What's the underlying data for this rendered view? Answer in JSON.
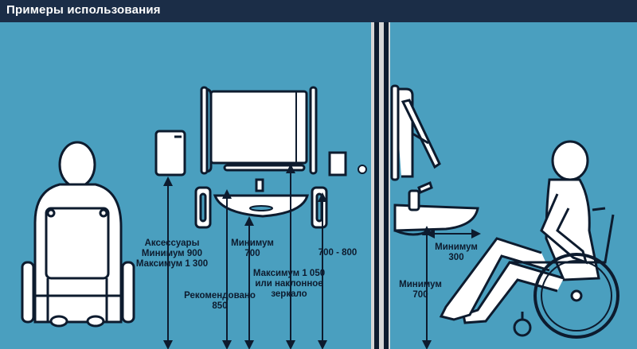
{
  "header": {
    "title": "Примеры использования"
  },
  "labels": {
    "accessories": [
      "Аксессуары",
      "Минимум 900",
      "Максимум 1 300"
    ],
    "recommended": [
      "Рекомендовано",
      "850"
    ],
    "min_700_left": [
      "Минимум",
      "700"
    ],
    "mirror": [
      "Максимум 1 050",
      "или наклонное",
      "зеркало"
    ],
    "range_700_800": "700 - 800",
    "min_300": [
      "Минимум",
      "300"
    ],
    "min_700_right": [
      "Минимум",
      "700"
    ]
  },
  "colors": {
    "background": "#4a9fbf",
    "header": "#1b2d47",
    "outline": "#0d1b2e",
    "fixture": "#ffffff",
    "divider": "#d6d6d6"
  }
}
